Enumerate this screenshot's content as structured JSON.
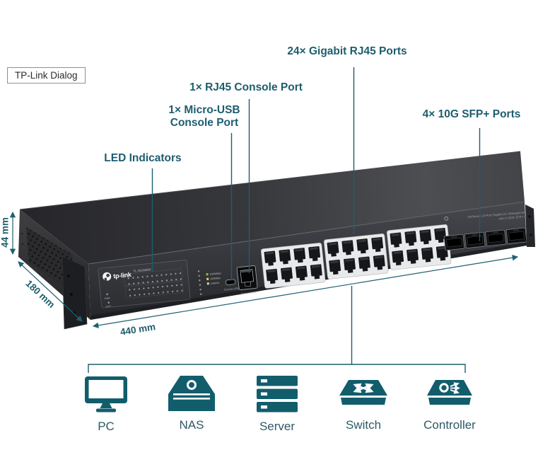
{
  "dialog": {
    "label": "TP-Link Dialog"
  },
  "callouts": {
    "rj45_ports": "24× Gigabit RJ45 Ports",
    "console_rj45": "1× RJ45 Console Port",
    "console_usb_line1": "1× Micro-USB",
    "console_usb_line2": "Console Port",
    "led": "LED Indicators",
    "sfp": "4× 10G SFP+ Ports"
  },
  "dimensions": {
    "height": "44 mm",
    "depth": "180 mm",
    "width": "440 mm"
  },
  "device": {
    "brand": "tp-link",
    "model": "TL-SG3428X",
    "panel_line1": "JetStream 24-Port Gigabit L2+ Managed Switch",
    "panel_line2": "with 4 10GE SFP+ Slots",
    "console_usb_label": "Console USB",
    "console_rj45_label": "Console RJ45",
    "led_pwr": "PWR",
    "led_sys": "SYS",
    "legend": [
      "1000Mbps",
      "100Mbps",
      "Link/Act"
    ]
  },
  "footer": {
    "items": [
      {
        "label": "PC"
      },
      {
        "label": "NAS"
      },
      {
        "label": "Server"
      },
      {
        "label": "Switch"
      },
      {
        "label": "Controller"
      }
    ]
  },
  "colors": {
    "accent": "#1e5d6e",
    "icon_teal": "#125d6c",
    "footer_label": "#2f5868"
  }
}
